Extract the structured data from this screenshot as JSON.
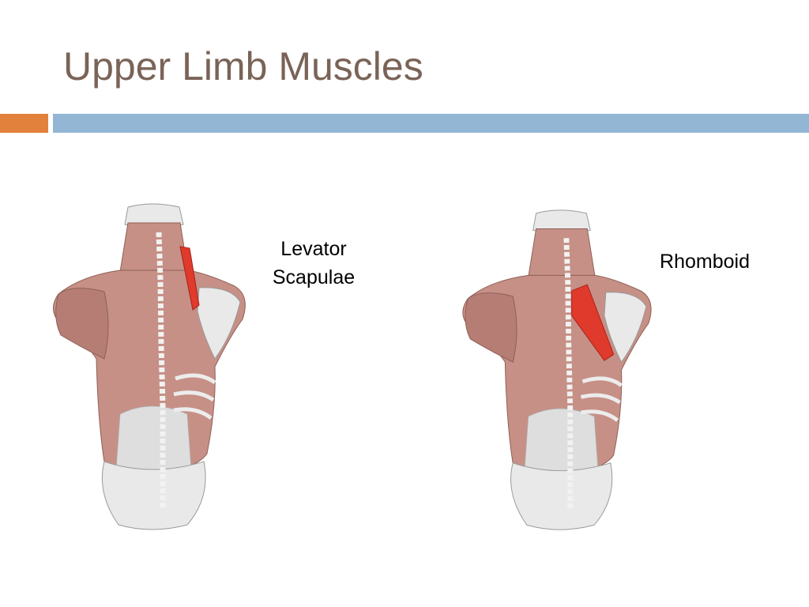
{
  "slide": {
    "title": "Upper Limb Muscles",
    "colors": {
      "title": "#7a6357",
      "accent_bar": "#e2813c",
      "main_bar": "#93b6d4",
      "muscle": "#c69086",
      "highlight": "#df3a2c"
    },
    "figures": [
      {
        "image": "posterior-back-muscles-illustration",
        "highlighted_muscle": "levator-scapulae",
        "label_lines": [
          "Levator",
          "Scapulae"
        ]
      },
      {
        "image": "posterior-back-muscles-illustration",
        "highlighted_muscle": "rhomboid",
        "label_lines": [
          "Rhomboid"
        ]
      }
    ]
  }
}
